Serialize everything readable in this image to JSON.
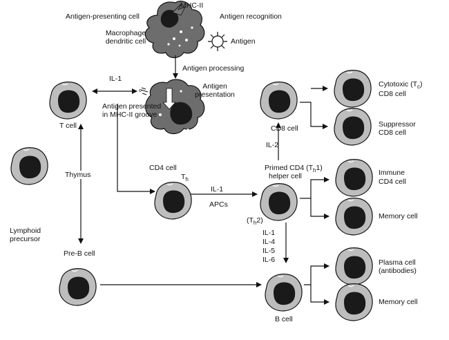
{
  "labels": {
    "mhc_ii": "MHC-II",
    "apc": "Antigen-presenting cell",
    "antigen_recognition": "Antigen recognition",
    "macrophage": "Macrophage",
    "dendritic": "dendritic cell",
    "antigen": "Antigen",
    "antigen_processing": "Antigen processing",
    "antigen_presentation_1": "Antigen",
    "antigen_presentation_2": "presentation",
    "il1_top": "IL-1",
    "presented_1": "Antigen presented",
    "presented_2": "in MHC-II groove",
    "t_cell": "T cell",
    "thymus": "Thymus",
    "lymphoid_1": "Lymphoid",
    "lymphoid_2": "precursor",
    "pre_b": "Pre-B cell",
    "cd4_cell": "CD4 cell",
    "th_main": "T",
    "th_sub": "h",
    "il1_mid": "IL-1",
    "apcs": "APCs",
    "primed_main": "Primed CD4 (T",
    "primed_sub": "h",
    "primed_tail": "1)",
    "helper": "helper cell",
    "th2_open": "(T",
    "th2_sub": "h",
    "th2_tail": "2)",
    "il1_b": "IL-1",
    "il4": "IL-4",
    "il5": "IL-5",
    "il6": "IL-6",
    "b_cell": "B cell",
    "il2": "IL-2",
    "cd8_cell": "CD8 cell",
    "cytotoxic_main": "Cytotoxic (T",
    "cytotoxic_sub": "c",
    "cytotoxic_tail": ")",
    "cytotoxic_2": "CD8 cell",
    "suppressor_1": "Suppressor",
    "suppressor_2": "CD8 cell",
    "immune_1": "Immune",
    "immune_2": "CD4 cell",
    "memory_cell_1": "Memory cell",
    "plasma_1": "Plasma cell",
    "plasma_2": "(antibodies)",
    "memory_cell_2": "Memory cell"
  },
  "colors": {
    "cytoplasm": "#bdbdbd",
    "nucleus": "#1a1a1a",
    "outline": "#111111",
    "apc_body": "#6d6d6d"
  }
}
